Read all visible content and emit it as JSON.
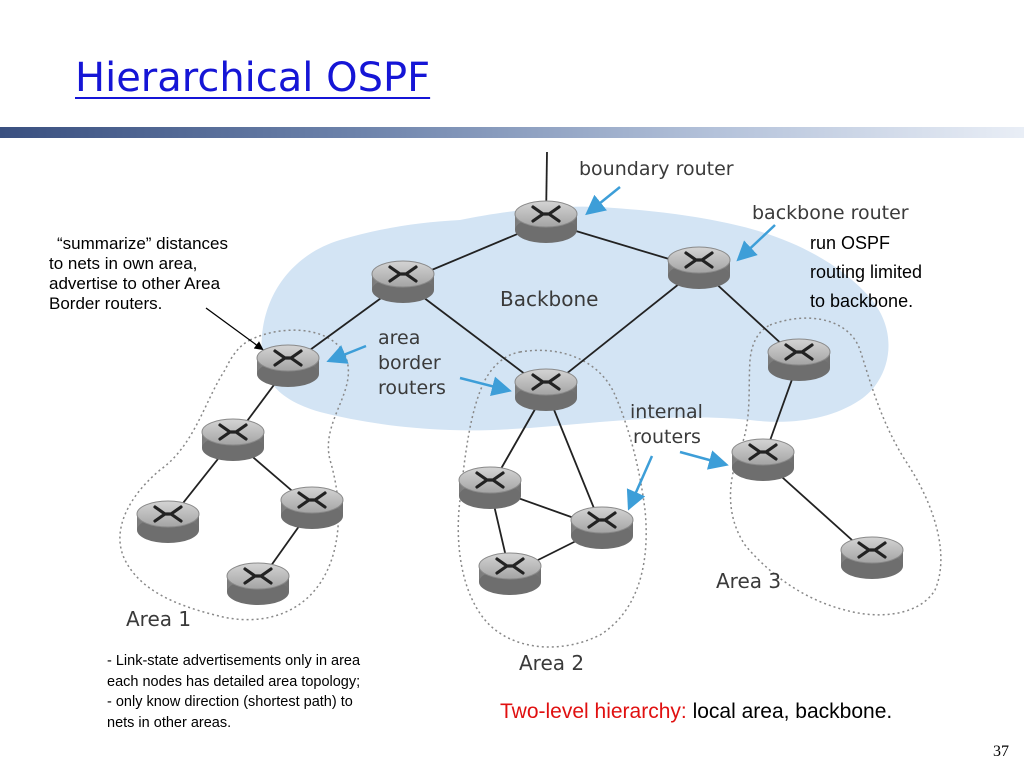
{
  "slide": {
    "title": "Hierarchical OSPF",
    "page_number": "37"
  },
  "diagram": {
    "labels": {
      "boundary_router": "boundary router",
      "backbone_router": "backbone router",
      "backbone": "Backbone",
      "area_border_routers": [
        "area",
        "border",
        "routers"
      ],
      "internal_routers": [
        "internal",
        "routers"
      ],
      "area1": "Area 1",
      "area2": "Area 2",
      "area3": "Area 3"
    },
    "colors": {
      "backbone_cloud": "#d3e4f4",
      "arrow_callout": "#3d9ed8",
      "router_body": "#9a9a9a"
    }
  },
  "notes": {
    "summarize": [
      "“summarize” distances",
      "to nets in own area,",
      "advertise to other Area",
      "Border routers."
    ],
    "ospf": [
      "run OSPF",
      "routing limited",
      "to backbone."
    ],
    "lsa": [
      "- Link-state advertisements only in area",
      "each nodes has detailed area topology;",
      "- only know direction (shortest path) to",
      "nets in other areas."
    ]
  },
  "hierarchy": {
    "lead": "Two-level hierarchy:",
    "rest": " local area, backbone."
  }
}
